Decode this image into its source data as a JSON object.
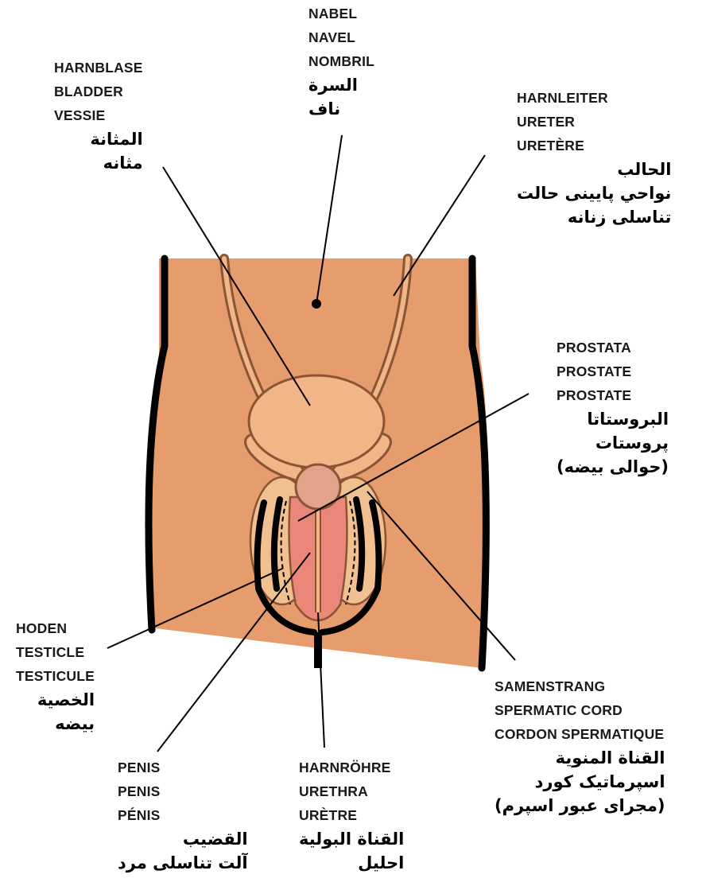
{
  "colors": {
    "skin": "#E69C6D",
    "bladder": "#F2B588",
    "organ_outline": "#8A5535",
    "penis": "#EB8778",
    "testicle": "#F1C090",
    "body_outline": "#000000",
    "prostate": "#E3A28A"
  },
  "labels": {
    "navel": {
      "latin": [
        "NABEL",
        "NAVEL",
        "NOMBRIL"
      ],
      "arabic": [
        "السرة",
        "ناف"
      ]
    },
    "bladder": {
      "latin": [
        "HARNBLASE",
        "BLADDER",
        "VESSIE"
      ],
      "arabic": [
        "المثانة",
        "مثانه"
      ]
    },
    "ureter": {
      "latin": [
        "HARNLEITER",
        "URETER",
        "URETÈRE"
      ],
      "arabic": [
        "الحالب",
        "نواحي پايينی حالت",
        "تناسلی زنانه"
      ]
    },
    "prostate": {
      "latin": [
        "PROSTATA",
        "PROSTATE",
        "PROSTATE"
      ],
      "arabic": [
        "البروستاتا",
        "پروستات",
        "(حوالی بيضه)"
      ]
    },
    "testicle": {
      "latin": [
        "HODEN",
        "TESTICLE",
        "TESTICULE"
      ],
      "arabic": [
        "الخصية",
        "بيضه"
      ]
    },
    "spermatic_cord": {
      "latin": [
        "SAMENSTRANG",
        "SPERMATIC CORD",
        "CORDON SPERMATIQUE"
      ],
      "arabic": [
        "القناة المنوية",
        "اسپرماتيک کورد",
        "(مجرای عبور اسپرم)"
      ]
    },
    "penis": {
      "latin": [
        "PENIS",
        "PENIS",
        "PÉNIS"
      ],
      "arabic": [
        "القضيب",
        "آلت تناسلی مرد"
      ]
    },
    "urethra": {
      "latin": [
        "HARNRÖHRE",
        "URETHRA",
        "URÈTRE"
      ],
      "arabic": [
        "القناة البولية",
        "احليل"
      ]
    }
  }
}
